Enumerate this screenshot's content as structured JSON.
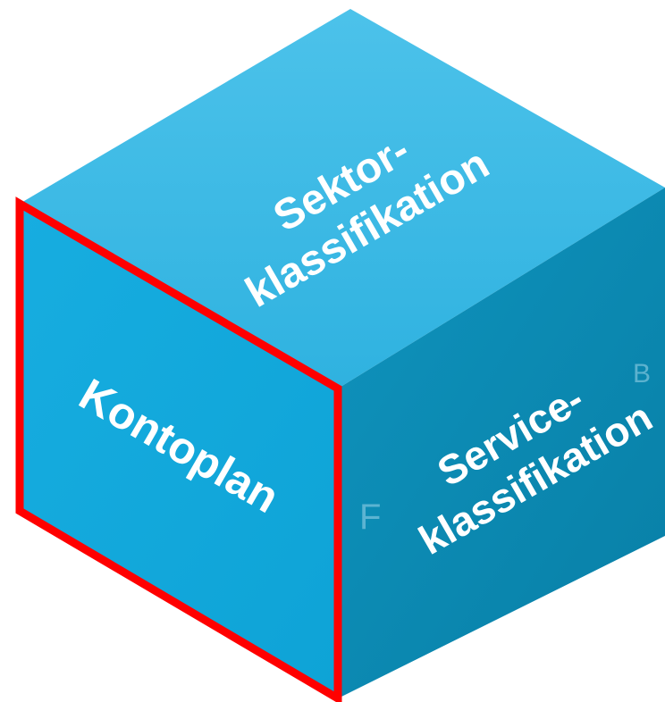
{
  "cube": {
    "top_face": {
      "line1": "Sektor-",
      "line2": "klassifikation",
      "color": "#38b7e3"
    },
    "left_face": {
      "label": "Kontoplan",
      "color": "#12a9dc",
      "highlight_color": "#ff0000"
    },
    "right_face": {
      "line1": "Service-",
      "line2": "klassifikation",
      "color": "#0b8cb4"
    },
    "ghost_letters": [
      "F",
      "B"
    ]
  }
}
